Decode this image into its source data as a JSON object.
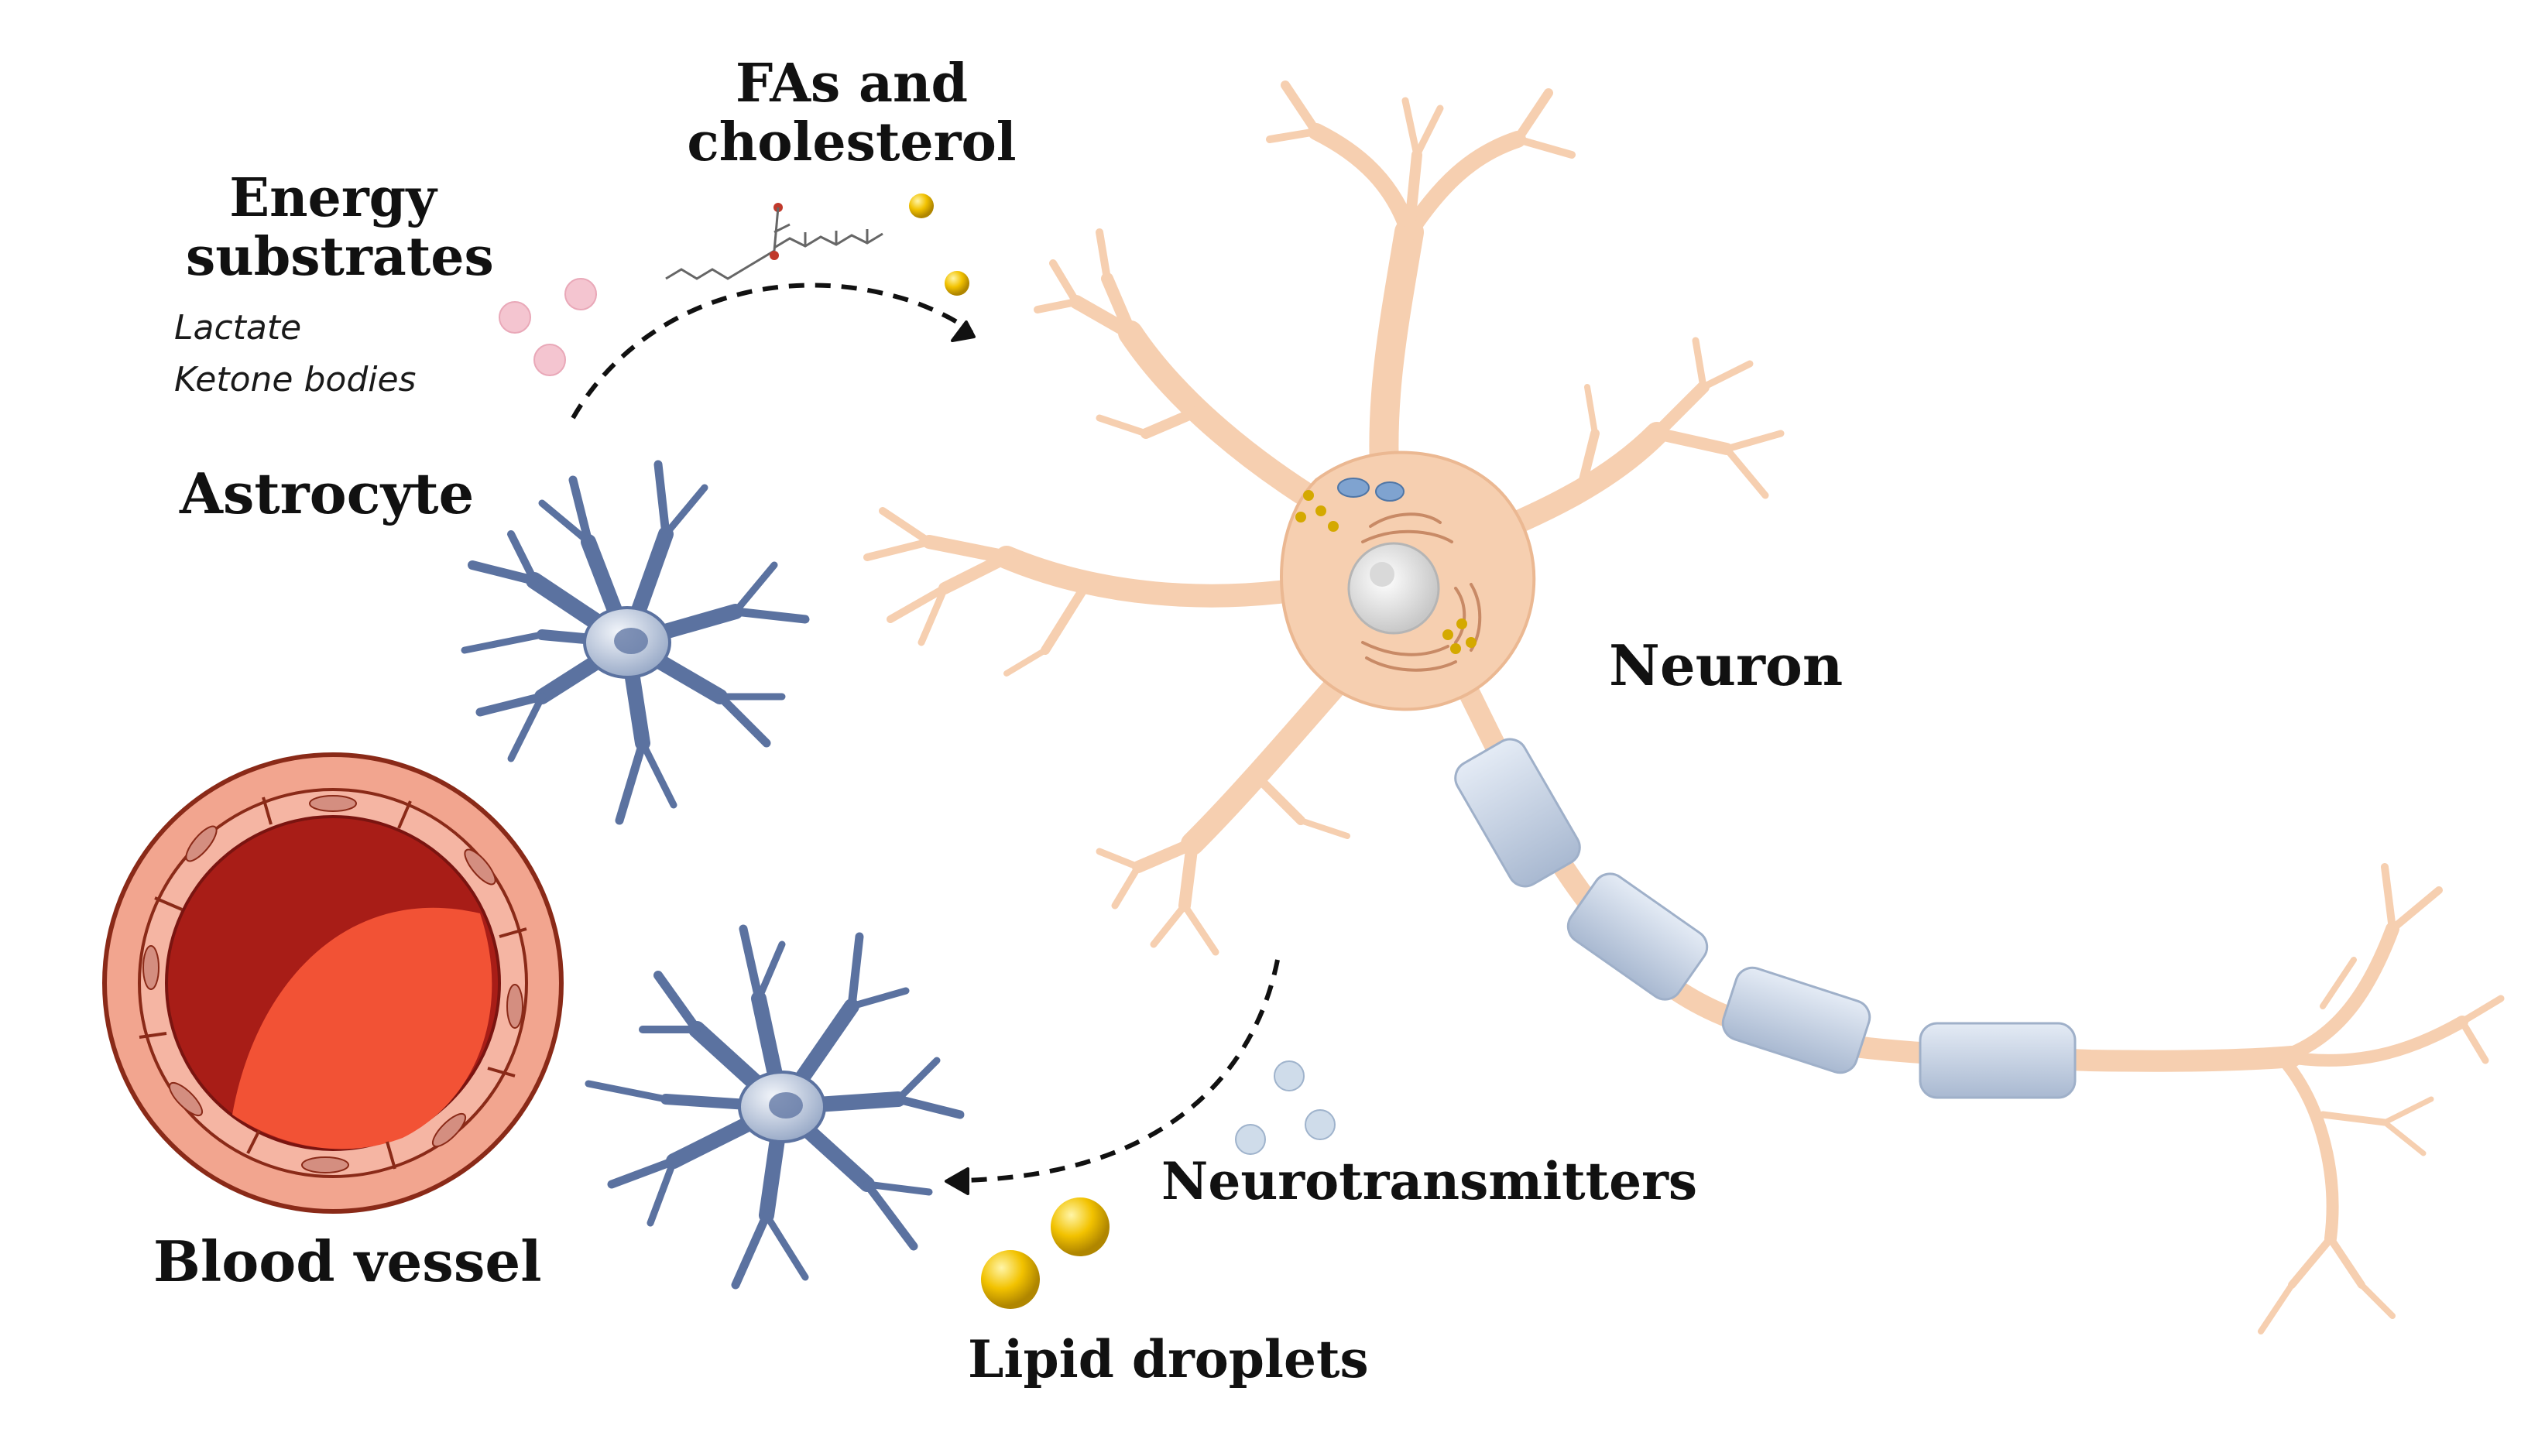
{
  "labels": {
    "energy_substrates_line1": "Energy",
    "energy_substrates_line2": "substrates",
    "lactate": "Lactate",
    "ketone_bodies": "Ketone bodies",
    "fas_line1": "FAs and",
    "fas_line2": "cholesterol",
    "astrocyte": "Astrocyte",
    "neuron": "Neuron",
    "blood_vessel": "Blood vessel",
    "neurotransmitters": "Neurotransmitters",
    "lipid_droplets": "Lipid droplets"
  },
  "colors": {
    "neuron_fill": "#f6cfb0",
    "neuron_stroke": "#e3a981",
    "astrocyte": "#5b72a0",
    "astrocyte_soma": "#c9d3e3",
    "myelin": "#c9d6e8",
    "vessel_outer": "#f2a58f",
    "vessel_lumen_dark": "#a81d17",
    "vessel_lumen_light": "#f25235",
    "endothelium": "#f5b5a3",
    "energy_dot": "#f4c5d0",
    "neurotransmitter_dot": "#cfdcea",
    "lipid_gold": "#f2c200",
    "arrow": "#111111"
  }
}
